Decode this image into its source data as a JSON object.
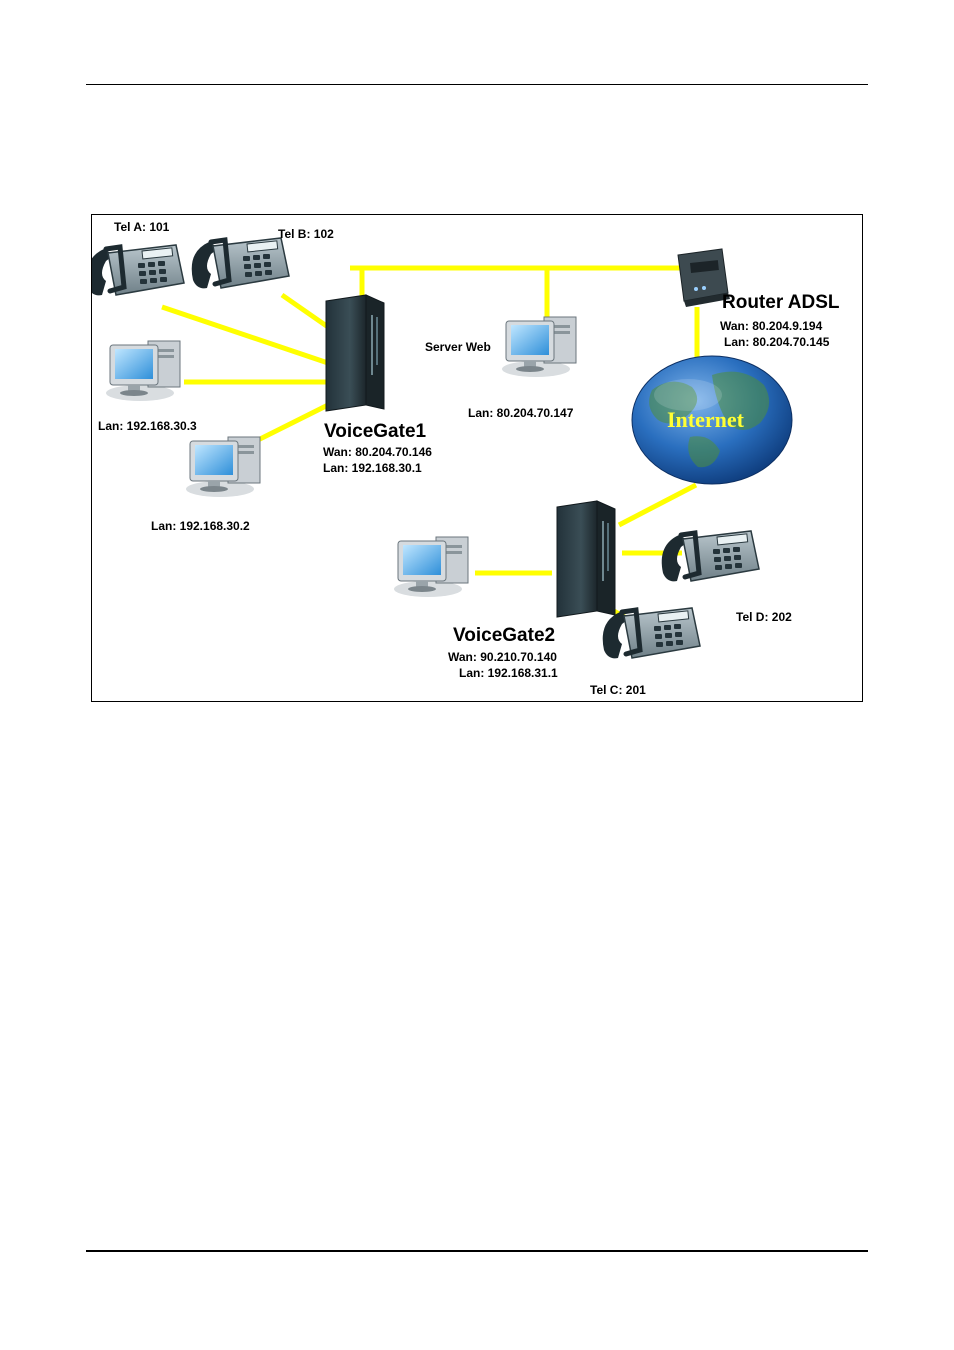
{
  "diagram": {
    "tel_a": "Tel A: 101",
    "tel_b": "Tel B: 102",
    "tel_c": "Tel C: 201",
    "tel_d": "Tel D: 202",
    "router": {
      "title": "Router ADSL",
      "wan": "Wan: 80.204.9.194",
      "lan": "Lan:  80.204.70.145"
    },
    "server": {
      "title": "Server Web",
      "lan": "Lan:  80.204.70.147"
    },
    "voicegate1": {
      "title": "VoiceGate1",
      "wan": "Wan:  80.204.70.146",
      "lan": "Lan:  192.168.30.1"
    },
    "voicegate2": {
      "title": "VoiceGate2",
      "wan": "Wan:  90.210.70.140",
      "lan": "Lan:  192.168.31.1"
    },
    "pc1_lan": "Lan:  192.168.30.3",
    "pc2_lan": "Lan:  192.168.30.2",
    "internet": "Internet",
    "colors": {
      "link": "#ffff00",
      "globe": "#1f5fa8",
      "device": "#2c3b40"
    }
  }
}
